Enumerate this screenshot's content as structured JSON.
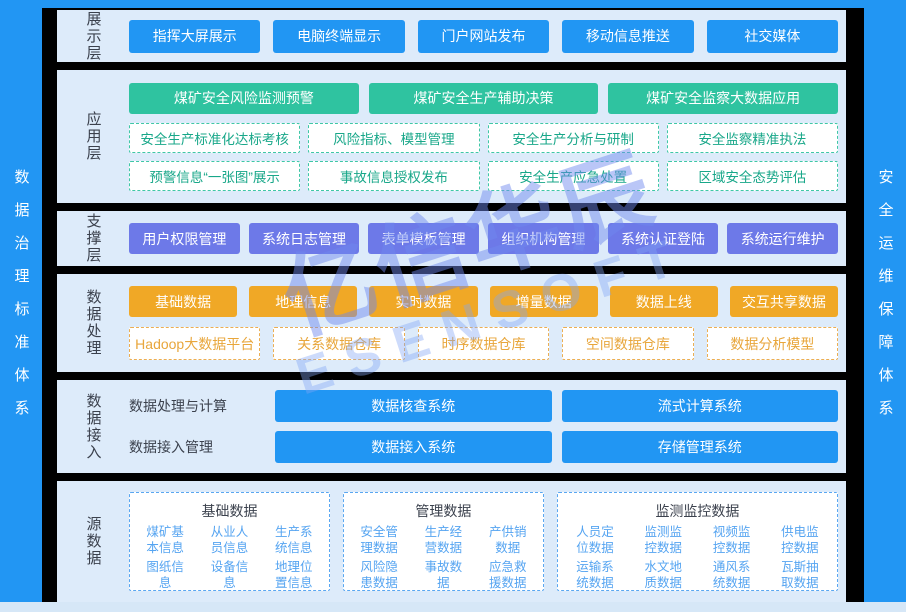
{
  "left_sidebar": {
    "label": "数据治理标准体系"
  },
  "right_sidebar": {
    "label": "安全运维保障体系"
  },
  "watermark": {
    "cn": "亿信华辰",
    "en": "ESENSOFT"
  },
  "layers": {
    "display": {
      "label": "展示层",
      "buttons": [
        "指挥大屏展示",
        "电脑终端显示",
        "门户网站发布",
        "移动信息推送",
        "社交媒体"
      ]
    },
    "application": {
      "label": "应用层",
      "primary": [
        "煤矿安全风险监测预警",
        "煤矿安全生产辅助决策",
        "煤矿安全监察大数据应用"
      ],
      "secondary": [
        "安全生产标准化达标考核",
        "风险指标、模型管理",
        "安全生产分析与研制",
        "安全监察精准执法",
        "预警信息“一张图”展示",
        "事故信息授权发布",
        "安全生产应急处置",
        "区域安全态势评估"
      ]
    },
    "support": {
      "label": "支撑层",
      "buttons": [
        "用户权限管理",
        "系统日志管理",
        "表单模板管理",
        "组织机构管理",
        "系统认证登陆",
        "系统运行维护"
      ]
    },
    "processing": {
      "label": "数据处理",
      "solid": [
        "基础数据",
        "地理信息",
        "实时数据",
        "增量数据",
        "数据上线",
        "交互共享数据"
      ],
      "dashed": [
        "Hadoop大数据平台",
        "关系数据仓库",
        "时序数据仓库",
        "空间数据仓库",
        "数据分析模型"
      ]
    },
    "access": {
      "label": "数据接入",
      "rows": [
        {
          "label": "数据处理与计算",
          "buttons": [
            "数据核查系统",
            "流式计算系统"
          ]
        },
        {
          "label": "数据接入管理",
          "buttons": [
            "数据接入系统",
            "存储管理系统"
          ]
        }
      ]
    },
    "source": {
      "label": "源数据",
      "groups": [
        {
          "title": "基础数据",
          "items": [
            "煤矿基本信息",
            "从业人员信息",
            "生产系统信息",
            "图纸信息",
            "设备信息",
            "地理位置信息"
          ]
        },
        {
          "title": "管理数据",
          "items": [
            "安全管理数据",
            "生产经营数据",
            "产供销数据",
            "风险隐患数据",
            "事故数据",
            "应急救援数据"
          ]
        },
        {
          "title": "监测监控数据",
          "items": [
            "人员定位数据",
            "监测监控数据",
            "视频监控数据",
            "供电监控数据",
            "运输系统数据",
            "水文地质数据",
            "通风系统数据",
            "瓦斯抽取数据"
          ]
        }
      ]
    }
  },
  "colors": {
    "frame_blue": "#2296F3",
    "row_background": "#DDEBFA",
    "gap_black": "#000000",
    "button_blue": "#2196F3",
    "button_green": "#2FC3A0",
    "button_purple": "#6D79E8",
    "button_orange": "#F0A826",
    "dashed_teal_text": "#18A789",
    "dashed_orange_text": "#E8A63B",
    "source_item_blue": "#55A4F1",
    "label_dark": "#3B414D"
  }
}
